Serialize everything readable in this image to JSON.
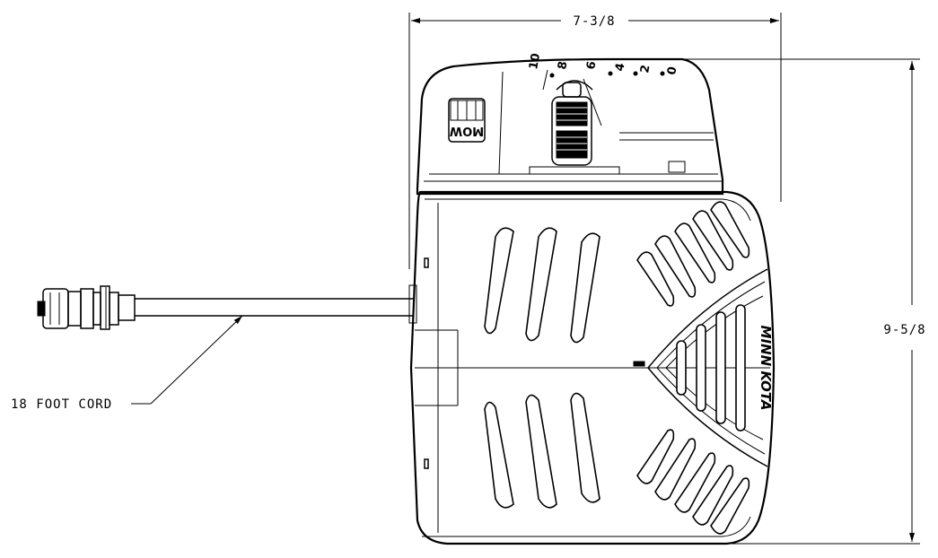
{
  "dimensions": {
    "width_label": "7-3/8",
    "height_label": "9-5/8"
  },
  "callouts": {
    "cord_label": "18 FOOT CORD"
  },
  "device": {
    "dial_numbers": [
      "10",
      "8",
      "6",
      "4",
      "2",
      "0"
    ],
    "logo_text": "MOW",
    "brand_text": "MINN KOTA"
  }
}
